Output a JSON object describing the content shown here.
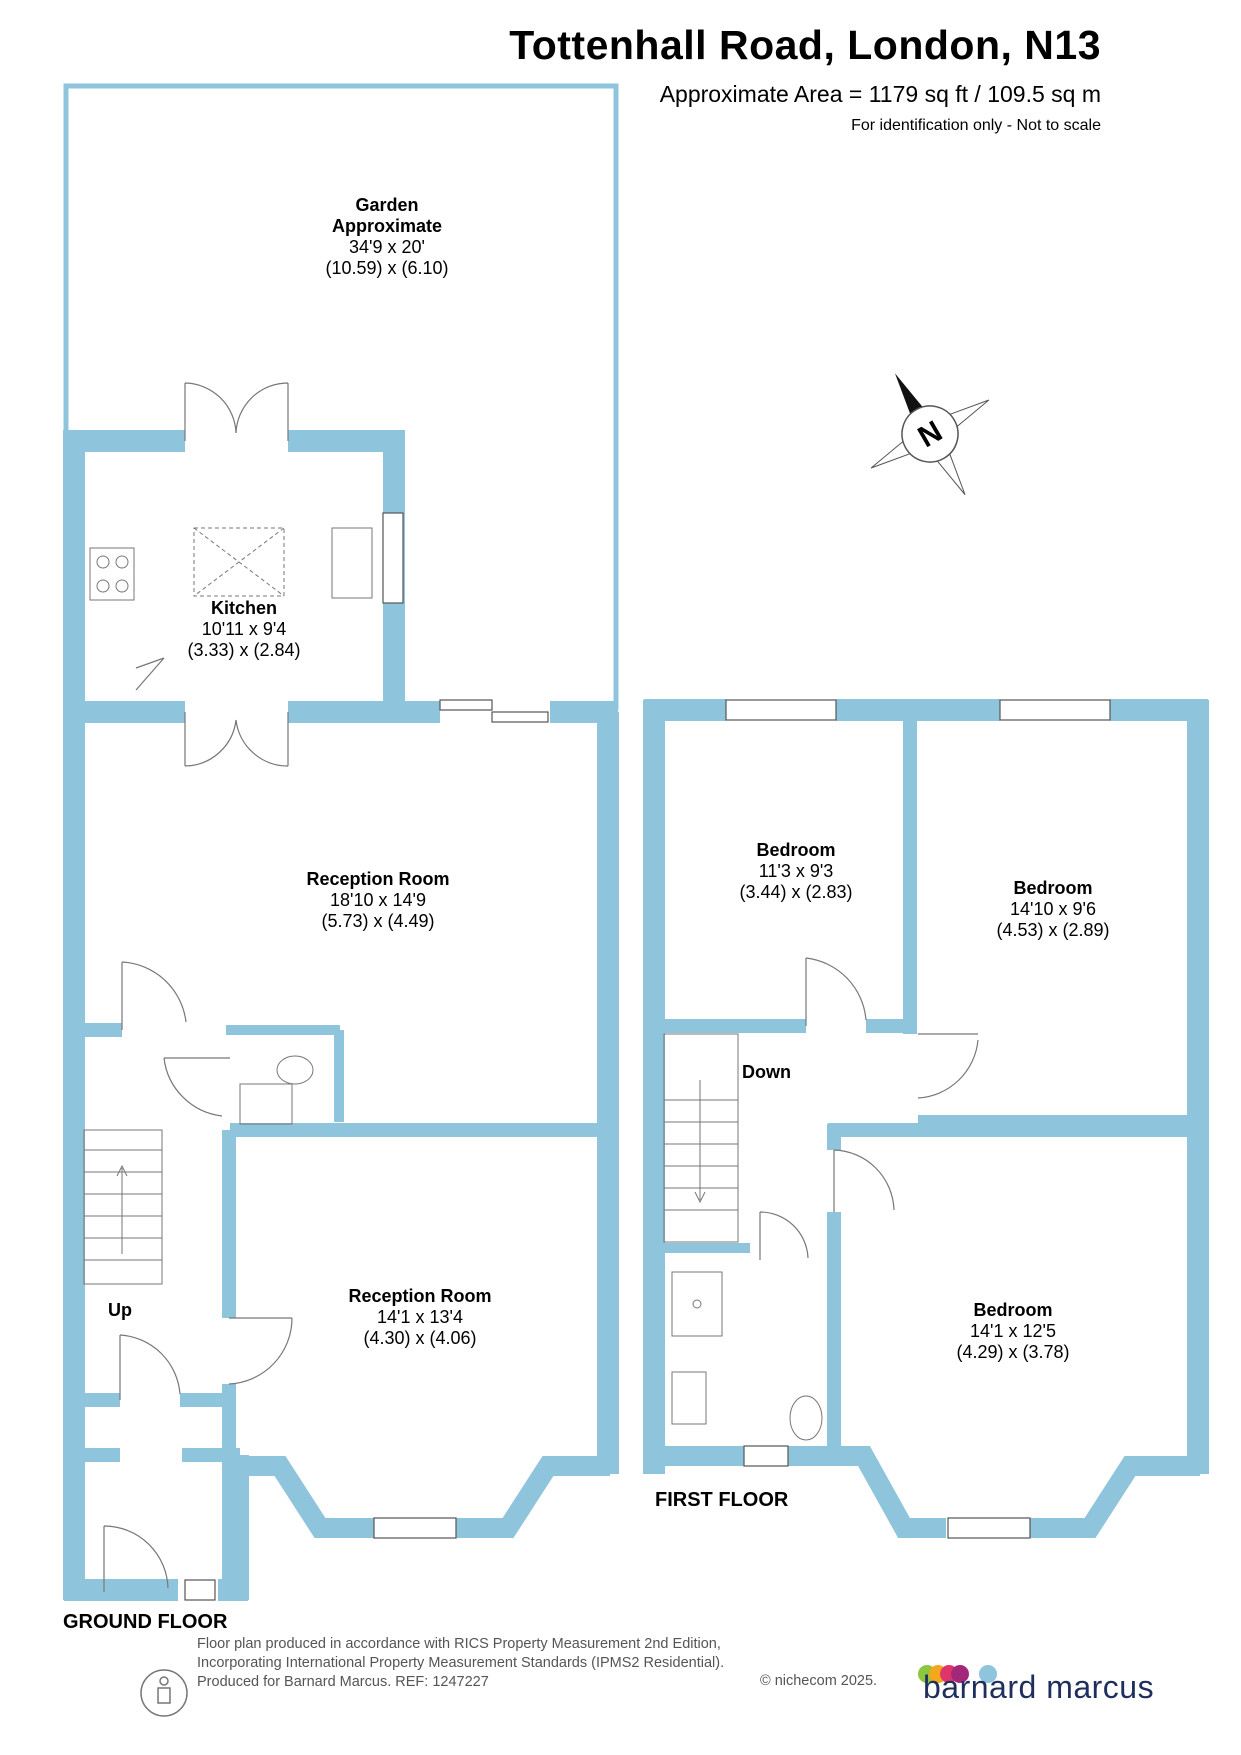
{
  "header": {
    "title": "Tottenhall Road, London, N13",
    "area": "Approximate Area = 1179 sq ft / 109.5 sq m",
    "disclaimer": "For identification only - Not to scale"
  },
  "rooms": {
    "garden": {
      "name": "Garden",
      "sub": "Approximate",
      "imperial": "34'9 x 20'",
      "metric": "(10.59) x (6.10)"
    },
    "kitchen": {
      "name": "Kitchen",
      "imperial": "10'11 x 9'4",
      "metric": "(3.33) x (2.84)"
    },
    "reception1": {
      "name": "Reception Room",
      "imperial": "18'10 x 14'9",
      "metric": "(5.73) x (4.49)"
    },
    "reception2": {
      "name": "Reception Room",
      "imperial": "14'1 x 13'4",
      "metric": "(4.30) x (4.06)"
    },
    "bedroom1": {
      "name": "Bedroom",
      "imperial": "11'3 x 9'3",
      "metric": "(3.44) x (2.83)"
    },
    "bedroom2": {
      "name": "Bedroom",
      "imperial": "14'10 x 9'6",
      "metric": "(4.53) x (2.89)"
    },
    "bedroom3": {
      "name": "Bedroom",
      "imperial": "14'1 x 12'5",
      "metric": "(4.29) x (3.78)"
    }
  },
  "labels": {
    "up": "Up",
    "down": "Down",
    "ground_floor": "GROUND FLOOR",
    "first_floor": "FIRST FLOOR",
    "compass": "N"
  },
  "footer": {
    "line1": "Floor plan produced in accordance with RICS Property Measurement 2nd Edition,",
    "line2": "Incorporating International Property Measurement Standards (IPMS2 Residential).",
    "line3": "Produced for Barnard Marcus.   REF:  1247227",
    "copyright": "© nichecom 2025.",
    "brand": "barnard marcus"
  },
  "colors": {
    "wall": "#8fc4dd",
    "text": "#000000",
    "footer_text": "#555555",
    "brand_text": "#1f2f5c",
    "logo_dots": [
      "#8dc63f",
      "#f4a81d",
      "#e0356b",
      "#a4287a",
      "#8fc4dd"
    ]
  },
  "icons": [
    "compass-icon",
    "person-icon",
    "logo-dots-icon"
  ]
}
